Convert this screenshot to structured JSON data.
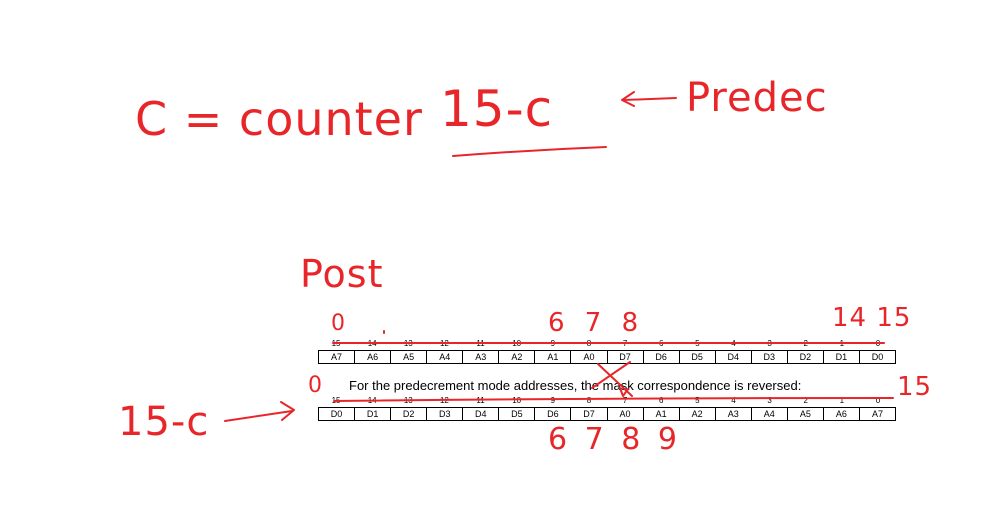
{
  "annotations": {
    "formula": "C = counter",
    "expression": "15-c",
    "predec_label": "Predec",
    "post_label": "Post",
    "top_left_index": "0",
    "top_middle_indices": "6 7 8",
    "top_right_indices": "14 15",
    "bottom_left_index": "0",
    "bottom_right_index": "15",
    "bottom_left_expression": "15-c",
    "bottom_middle_indices": "6 7 8 9"
  },
  "postincrement": {
    "bit_numbers": [
      "15",
      "14",
      "13",
      "12",
      "11",
      "10",
      "9",
      "8",
      "7",
      "6",
      "5",
      "4",
      "3",
      "2",
      "1",
      "0"
    ],
    "registers": [
      "A7",
      "A6",
      "A5",
      "A4",
      "A3",
      "A2",
      "A1",
      "A0",
      "D7",
      "D6",
      "D5",
      "D4",
      "D3",
      "D2",
      "D1",
      "D0"
    ]
  },
  "caption": "For the predecrement mode addresses, the mask correspondence is reversed:",
  "predecrement": {
    "bit_numbers": [
      "15",
      "14",
      "13",
      "12",
      "11",
      "10",
      "9",
      "8",
      "7",
      "6",
      "5",
      "4",
      "3",
      "2",
      "1",
      "0"
    ],
    "registers": [
      "D0",
      "D1",
      "D2",
      "D3",
      "D4",
      "D5",
      "D6",
      "D7",
      "A0",
      "A1",
      "A2",
      "A3",
      "A4",
      "A5",
      "A6",
      "A7"
    ]
  },
  "colors": {
    "ink": "#e8262a",
    "text": "#000000"
  }
}
